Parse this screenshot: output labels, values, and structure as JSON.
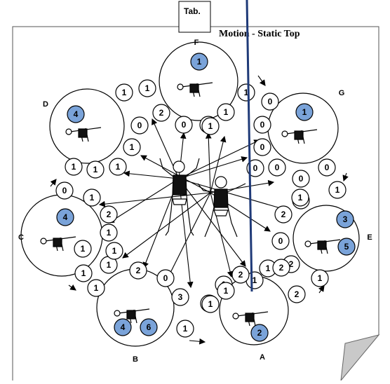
{
  "tab_label": "Tab.",
  "title": "Motion - Static Top",
  "colors": {
    "badge_fill": "#7aa3d9",
    "line": "#000000",
    "marker_bar": "#1f3a78",
    "page_fold": "#c9c9c9"
  },
  "stations": [
    {
      "id": "F",
      "label": "F",
      "badges": [
        "1"
      ]
    },
    {
      "id": "G",
      "label": "G",
      "badges": [
        "1"
      ]
    },
    {
      "id": "E",
      "label": "E",
      "badges": [
        "3",
        "5"
      ]
    },
    {
      "id": "A",
      "label": "A",
      "badges": [
        "2"
      ]
    },
    {
      "id": "B",
      "label": "B",
      "badges": [
        "4",
        "6"
      ]
    },
    {
      "id": "C",
      "label": "C",
      "badges": [
        "4"
      ]
    },
    {
      "id": "D",
      "label": "D",
      "badges": [
        "4"
      ]
    }
  ],
  "small_nodes": [
    "1",
    "1",
    "0",
    "0",
    "1",
    "1",
    "2",
    "0",
    "0",
    "0",
    "0",
    "1",
    "0",
    "0",
    "0",
    "1",
    "2",
    "2",
    "0",
    "2",
    "1",
    "2",
    "1",
    "1",
    "3",
    "0",
    "1",
    "1",
    "2",
    "1",
    "1",
    "1",
    "1",
    "1",
    "1",
    "1",
    "1",
    "0",
    "2",
    "1",
    "2",
    "1",
    "1",
    "1",
    "1",
    "2",
    "0",
    "1",
    "1"
  ]
}
